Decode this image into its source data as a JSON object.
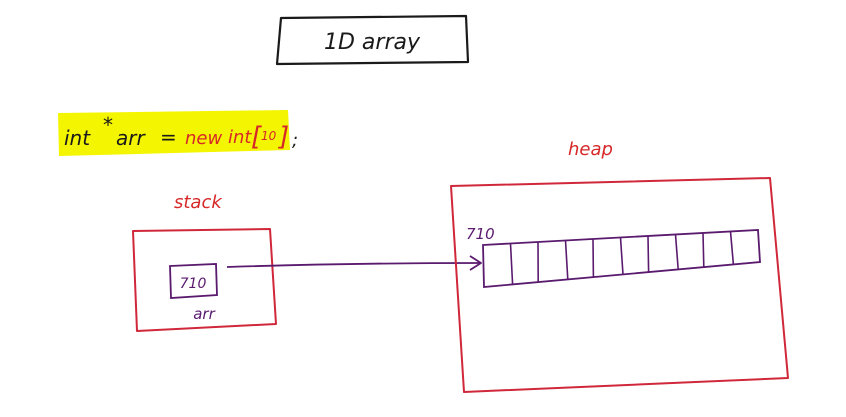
{
  "title": "1D array",
  "code": {
    "type_keyword": "int",
    "pointer_star": "*",
    "var_name": "arr",
    "equals": "=",
    "new_keyword": "new",
    "alloc_type": "int",
    "size_open": "[",
    "size_value": "10",
    "size_close": "]",
    "semicolon": ";"
  },
  "stack": {
    "label": "stack",
    "address_value": "710",
    "variable_label": "arr"
  },
  "heap": {
    "label": "heap",
    "address_label": "710",
    "array_cells": 10
  },
  "colors": {
    "ink_black": "#1a1a1a",
    "ink_red": "#d62828",
    "ink_purple": "#5a1a6e",
    "highlight": "#f4f500",
    "frame_red": "#d0283a"
  }
}
